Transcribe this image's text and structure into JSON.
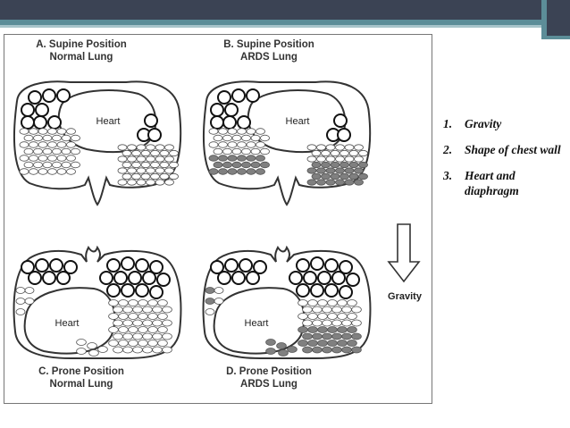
{
  "panels": {
    "a_title": "A. Supine Position",
    "a_sub": "Normal Lung",
    "b_title": "B. Supine Position",
    "b_sub": "ARDS Lung",
    "c_title": "C. Prone Position",
    "c_sub": "Normal Lung",
    "d_title": "D. Prone Position",
    "d_sub": "ARDS Lung",
    "heart_label": "Heart"
  },
  "gravity_label": "Gravity",
  "factors": [
    {
      "num": "1.",
      "text": "Gravity"
    },
    {
      "num": "2.",
      "text": "Shape of chest wall"
    },
    {
      "num": "3.",
      "text": "Heart and diaphragm"
    }
  ],
  "colors": {
    "header": "#3b4354",
    "accent": "#5c8d98",
    "collapsed": "#808080"
  }
}
